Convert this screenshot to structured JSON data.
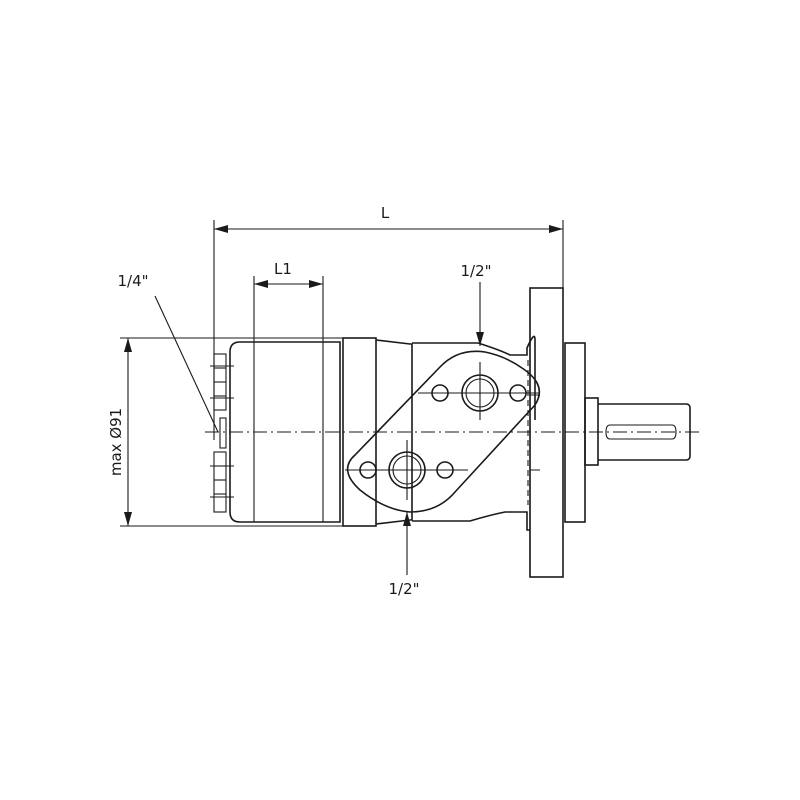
{
  "drawing": {
    "dimension_L": "L",
    "dimension_L1": "L1",
    "port_top": "1/2\"",
    "port_bottom": "1/2\"",
    "drain_port": "1/4\"",
    "diameter": "max Ø91"
  }
}
